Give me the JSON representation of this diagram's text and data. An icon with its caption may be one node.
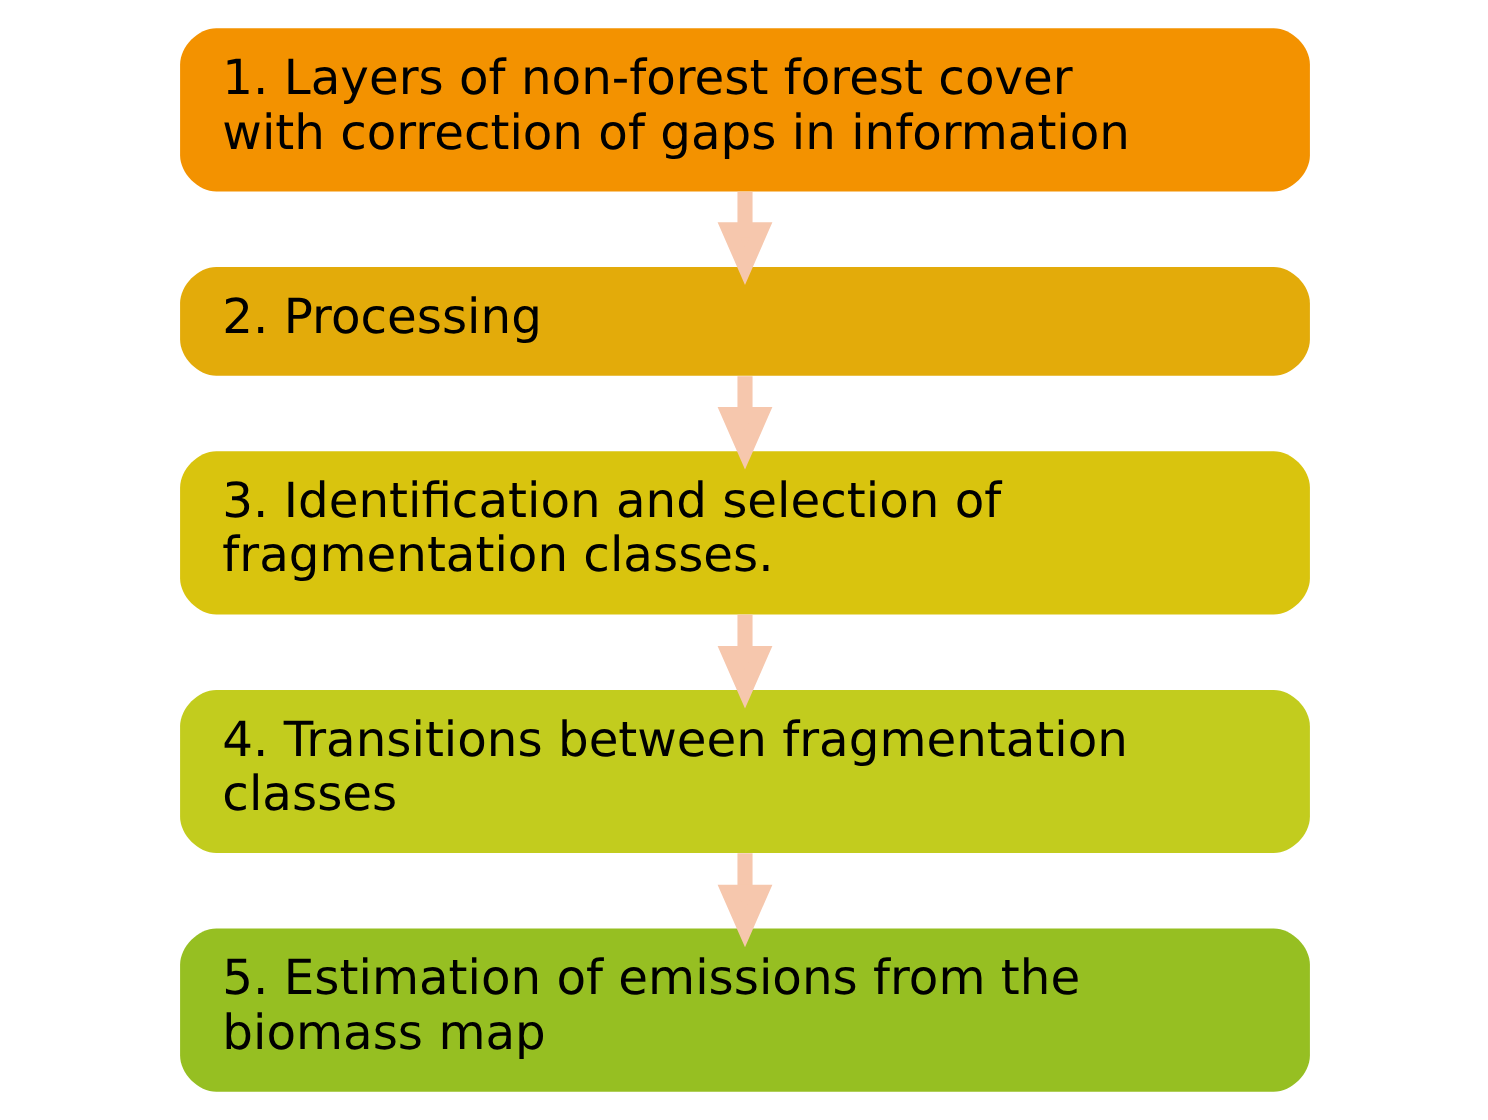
{
  "diagram": {
    "nodes": [
      {
        "text": [
          "1. Layers of non-forest forest cover with correction of gaps in information"
        ]
      },
      {
        "text": [
          "2. Processing"
        ]
      },
      {
        "text": [
          "3. Identification and selection of fragmentation classes."
        ]
      },
      {
        "text": [
          "4. Transitions between fragmentation classes"
        ]
      },
      {
        "text": [
          "5. Estimation of emissions from the biomass map"
        ]
      }
    ],
    "edges": [
      {
        "from": 0,
        "to": 1,
        "arrow": "to"
      },
      {
        "from": 1,
        "to": 2,
        "arrow": "to"
      },
      {
        "from": 2,
        "to": 3,
        "arrow": "to"
      },
      {
        "from": 3,
        "to": 4,
        "arrow": "to"
      }
    ]
  }
}
